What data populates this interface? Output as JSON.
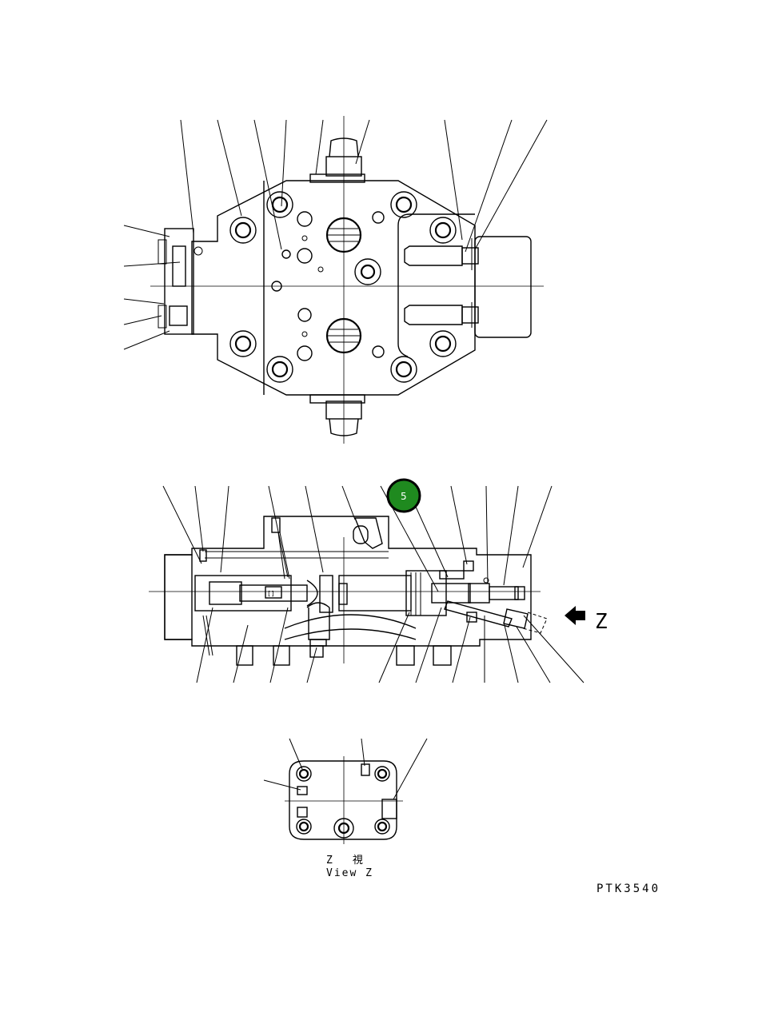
{
  "callout": {
    "number": "5",
    "fill": "#1f8a1f",
    "ring": "#000000"
  },
  "view_arrow_label": "Z",
  "view_caption": {
    "line1": "Z　視",
    "line2": "View Z"
  },
  "drawing_code": "PTK3540",
  "icons": {
    "view_arrow": "arrow-left-icon",
    "callout": "callout-circle-icon"
  }
}
